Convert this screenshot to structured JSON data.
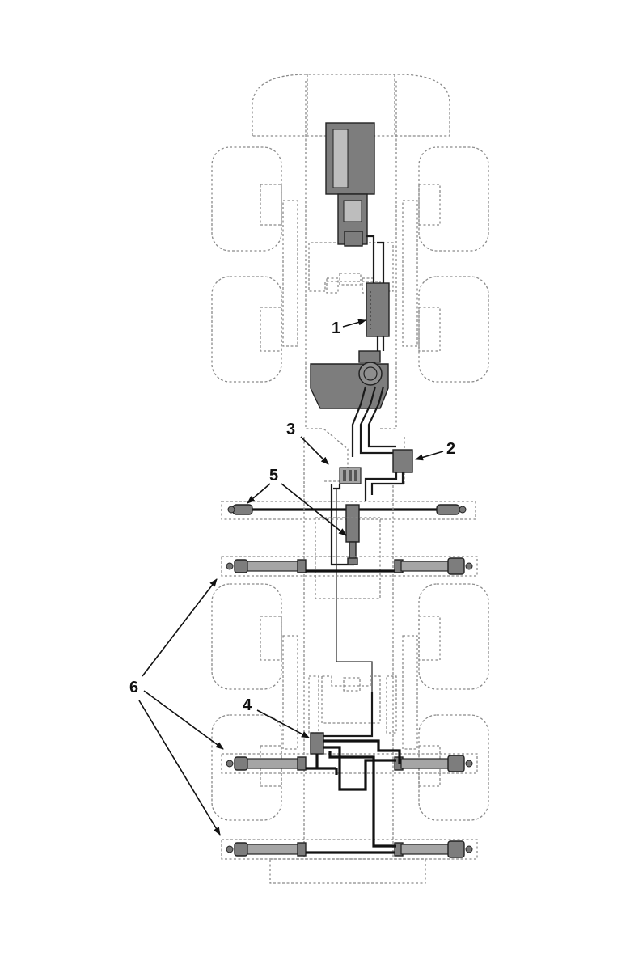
{
  "callouts": {
    "c1": "1",
    "c2": "2",
    "c3": "3",
    "c4": "4",
    "c5": "5",
    "c6": "6"
  },
  "colors": {
    "outline": "#8a8a8a",
    "component_fill": "#7d7d7d",
    "pipe": "#1a1a1a"
  }
}
